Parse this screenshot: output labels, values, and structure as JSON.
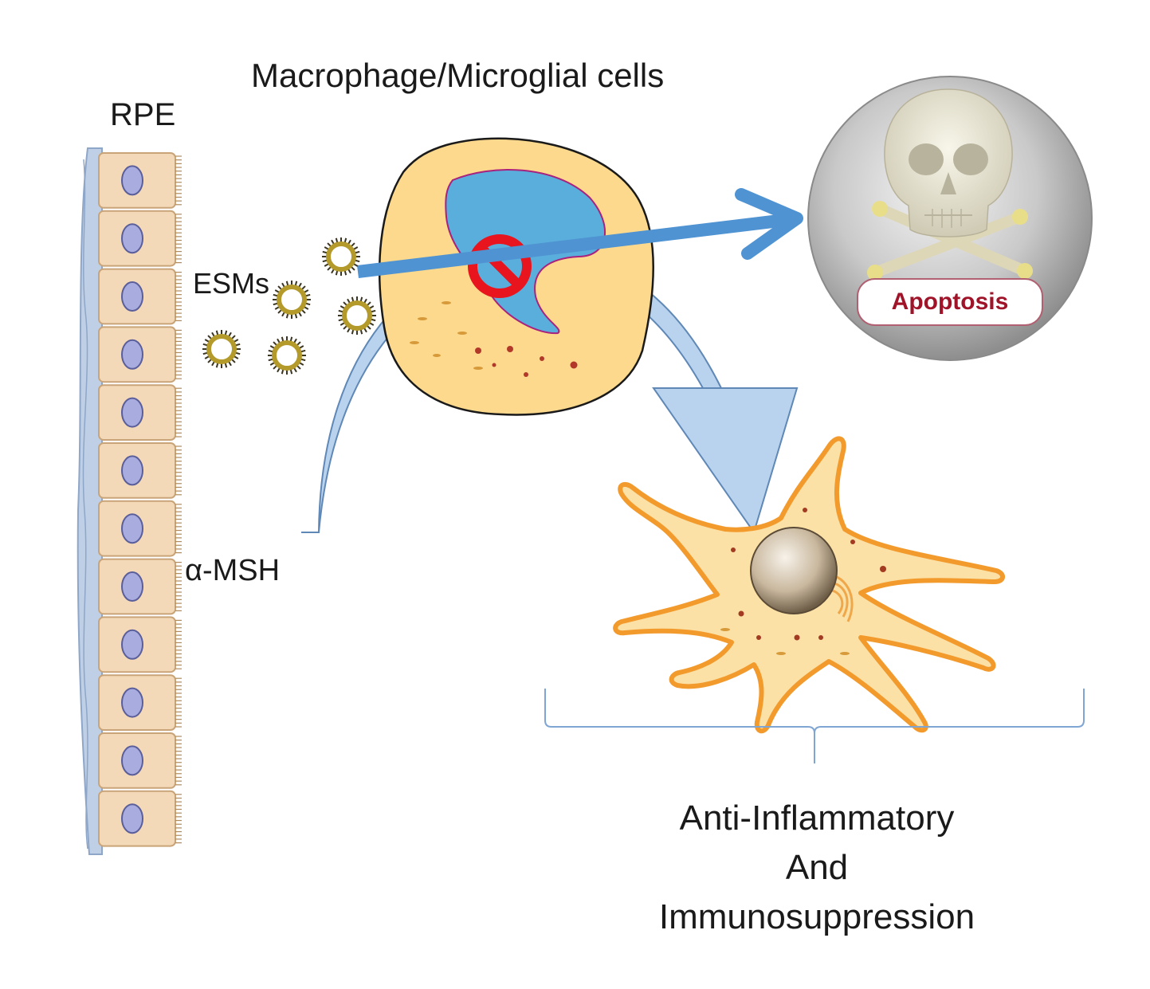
{
  "labels": {
    "rpe": "RPE",
    "title": "Macrophage/Microglial cells",
    "esms": "ESMs",
    "alpha_msh": "α-MSH",
    "apoptosis": "Apoptosis",
    "outcome_line1": "Anti-Inflammatory",
    "outcome_line2": "And",
    "outcome_line3": "Immunosuppression"
  },
  "colors": {
    "rpe_cell_fill": "#f3d9b8",
    "rpe_nucleus": "#a9acdf",
    "macrophage_cytoplasm": "#fcd98c",
    "macrophage_nucleus": "#5aaedc",
    "inhibition_symbol": "#e8141e",
    "arrow_blue": "#4f93d3",
    "curved_arrow": "#b9d3ee",
    "microglia_fill": "#fbe1a6",
    "microglia_outline": "#f39a2d",
    "apoptosis_circle": "#9a9a9a",
    "apoptosis_text": "#a0142a"
  },
  "icons": [
    "skull-crossbones-icon",
    "no-entry-icon",
    "vesicle-icon"
  ]
}
